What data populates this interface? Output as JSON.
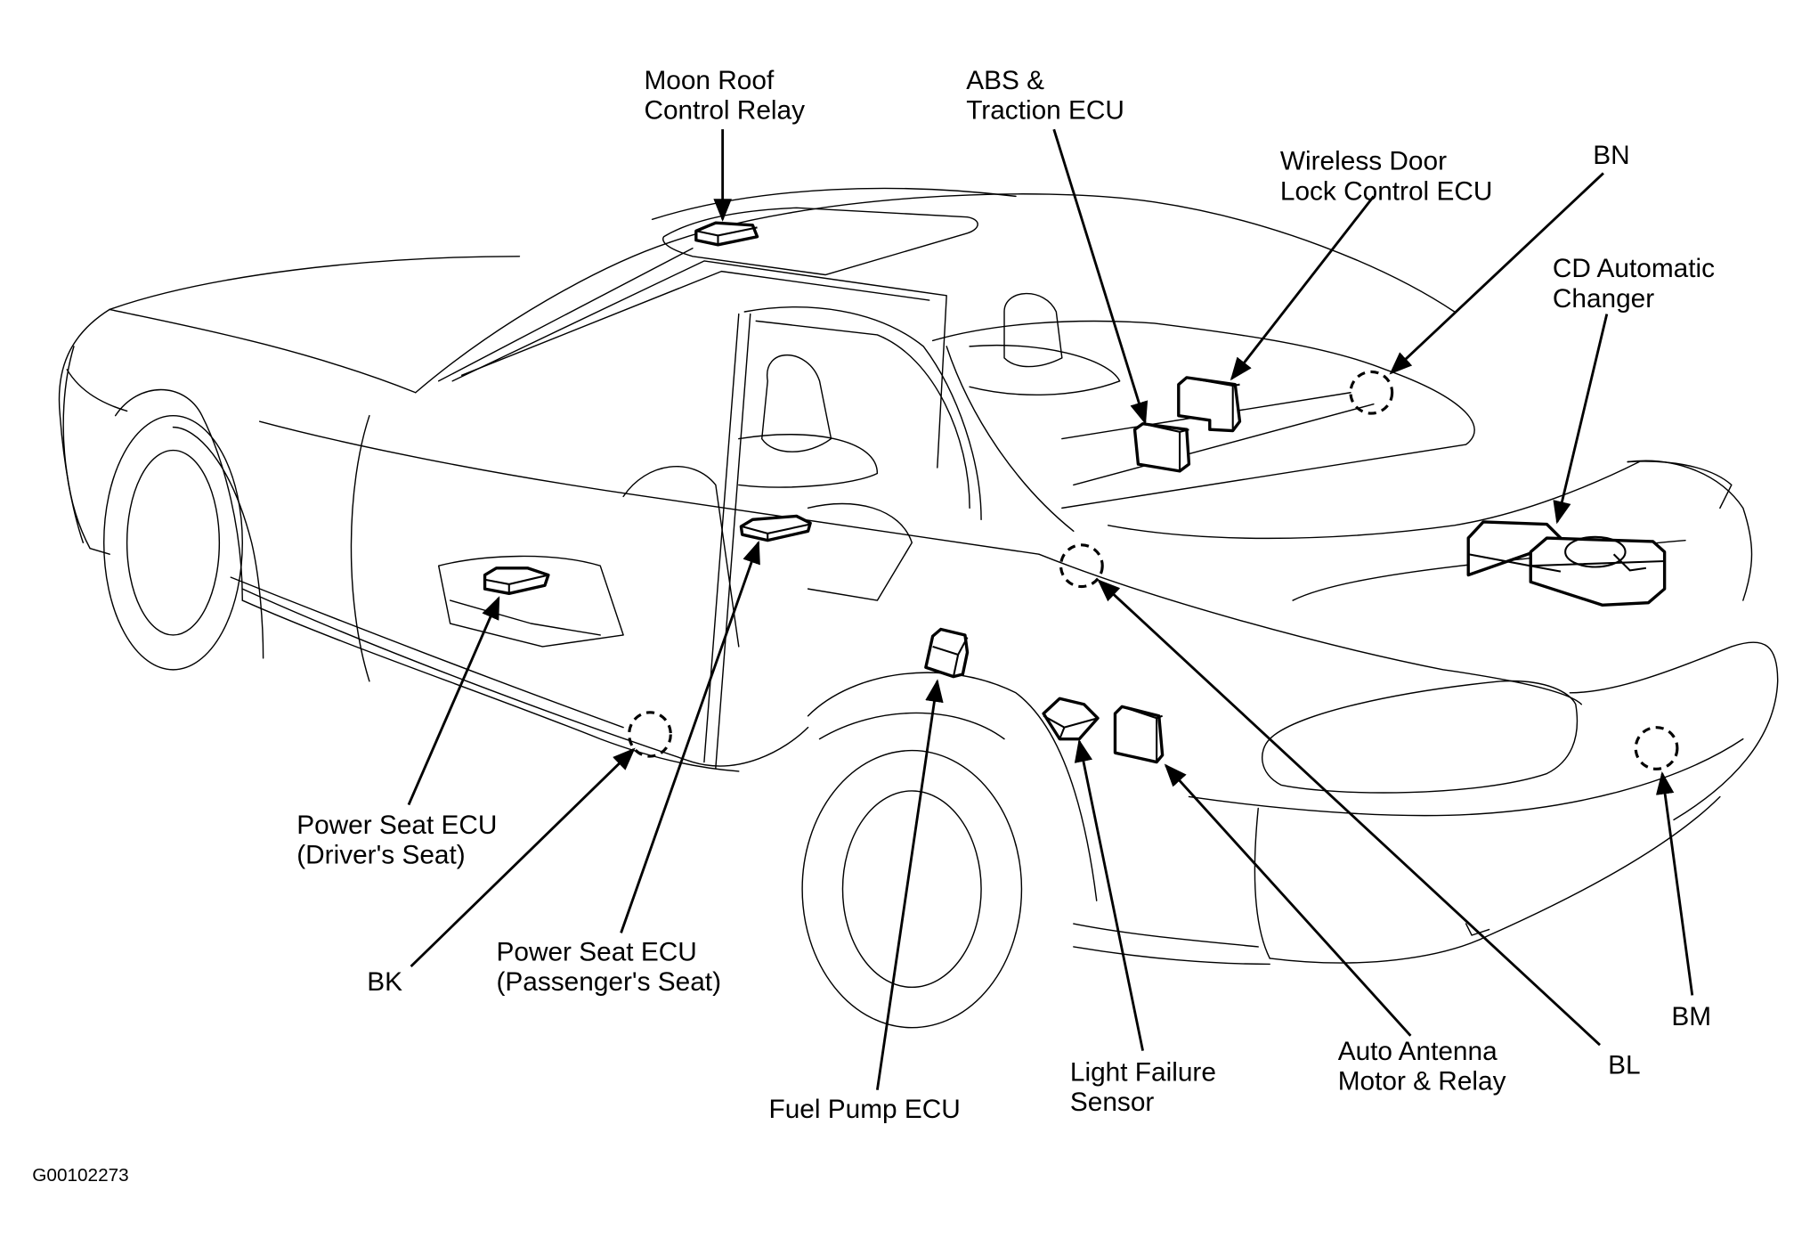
{
  "figure_id": "G00102273",
  "colors": {
    "ink": "#000000",
    "background": "#ffffff"
  },
  "callouts": {
    "moon_roof": {
      "line1": "Moon Roof",
      "line2": "Control Relay"
    },
    "abs_traction": {
      "line1": "ABS &",
      "line2": "Traction ECU"
    },
    "wireless_door": {
      "line1": "Wireless Door",
      "line2": "Lock Control ECU"
    },
    "bn": {
      "line1": "BN"
    },
    "cd_changer": {
      "line1": "CD Automatic",
      "line2": "Changer"
    },
    "power_seat_driver": {
      "line1": "Power Seat ECU",
      "line2": "(Driver's Seat)"
    },
    "bk": {
      "line1": "BK"
    },
    "power_seat_passenger": {
      "line1": "Power Seat ECU",
      "line2": "(Passenger's Seat)"
    },
    "fuel_pump": {
      "line1": "Fuel Pump ECU"
    },
    "light_failure": {
      "line1": "Light Failure",
      "line2": "Sensor"
    },
    "auto_antenna": {
      "line1": "Auto Antenna",
      "line2": "Motor & Relay"
    },
    "bl": {
      "line1": "BL"
    },
    "bm": {
      "line1": "BM"
    }
  }
}
